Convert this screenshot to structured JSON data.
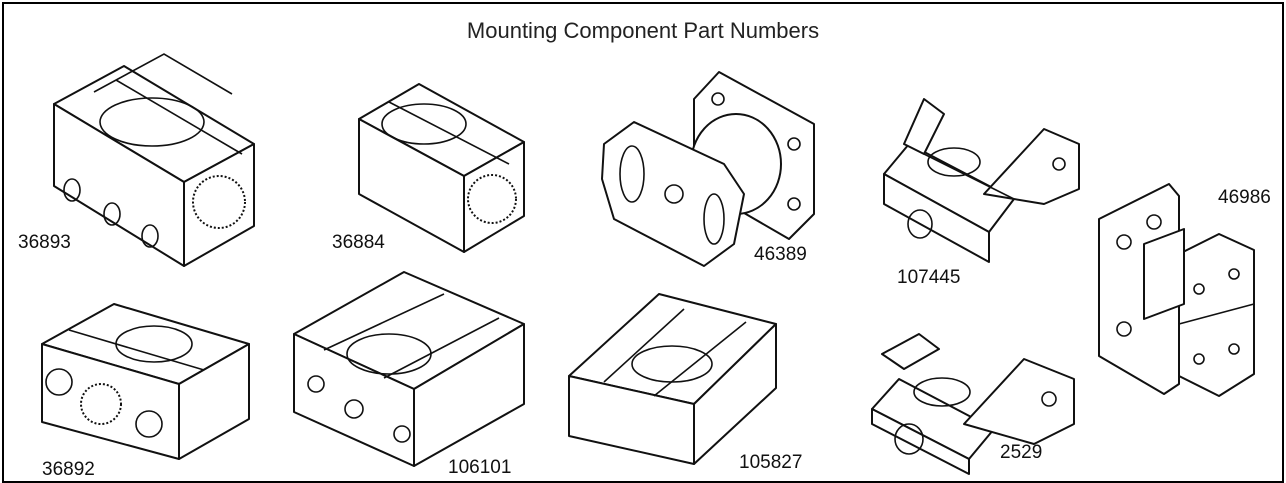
{
  "diagram": {
    "title": "Mounting Component Part Numbers",
    "components": [
      {
        "key": "p36893",
        "part_number": "36893"
      },
      {
        "key": "p36884",
        "part_number": "36884"
      },
      {
        "key": "p46389",
        "part_number": "46389"
      },
      {
        "key": "p107445",
        "part_number": "107445"
      },
      {
        "key": "p46986",
        "part_number": "46986"
      },
      {
        "key": "p36892",
        "part_number": "36892"
      },
      {
        "key": "p106101",
        "part_number": "106101"
      },
      {
        "key": "p105827",
        "part_number": "105827"
      },
      {
        "key": "p2529",
        "part_number": "2529"
      }
    ]
  }
}
